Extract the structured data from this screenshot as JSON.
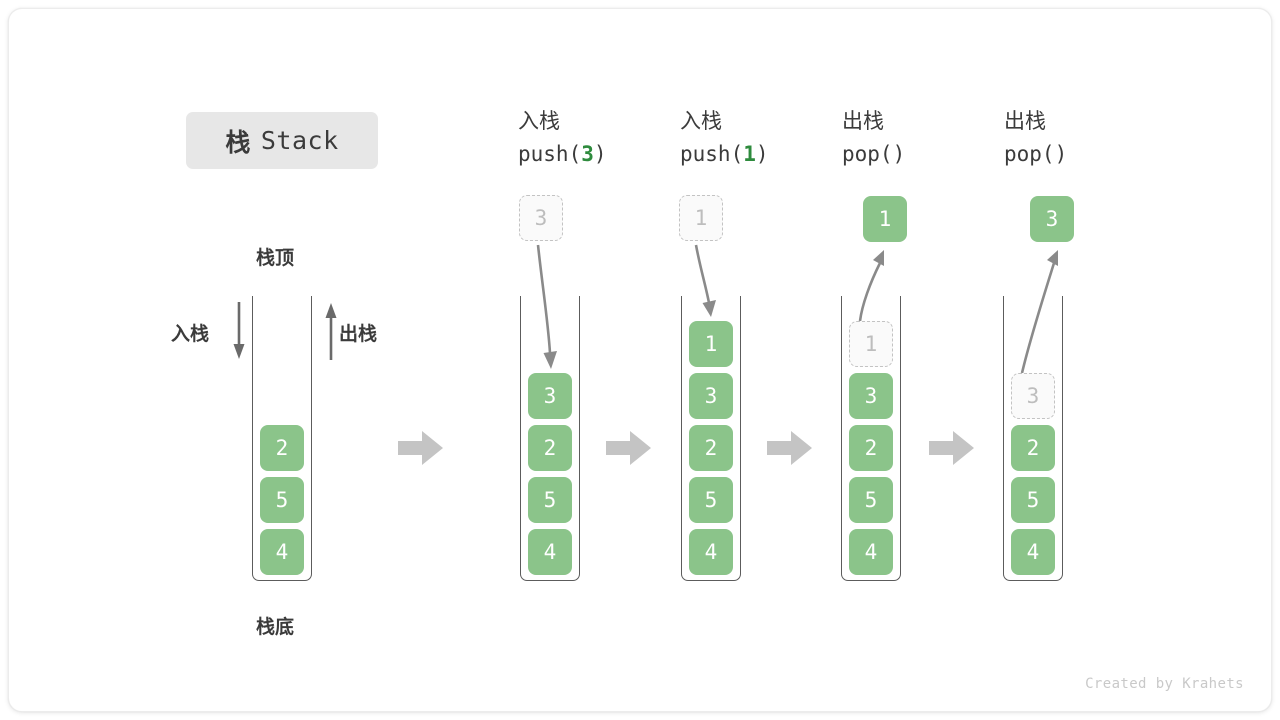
{
  "diagram": {
    "title_cjk": "栈",
    "title_latin": "Stack",
    "credit": "Created by Krahets",
    "accent_green": "#8bc48a",
    "ghost_gray": "#c3c3c3",
    "text_dark": "#3b3b3b",
    "arrow_gray": "#c4c4c4",
    "arg_green": "#2e8b3d"
  },
  "base_stack": {
    "label_top": "栈顶",
    "label_bottom": "栈底",
    "label_push": "入栈",
    "label_pop": "出栈",
    "cells": [
      "2",
      "5",
      "4"
    ]
  },
  "steps": [
    {
      "op_cjk": "入栈",
      "op_call_prefix": "push(",
      "op_arg": "3",
      "op_call_suffix": ")",
      "floating_value": "3",
      "floating_style": "ghost",
      "arrow_direction": "down",
      "cells": [
        {
          "value": "3",
          "style": "filled"
        },
        {
          "value": "2",
          "style": "filled"
        },
        {
          "value": "5",
          "style": "filled"
        },
        {
          "value": "4",
          "style": "filled"
        }
      ]
    },
    {
      "op_cjk": "入栈",
      "op_call_prefix": "push(",
      "op_arg": "1",
      "op_call_suffix": ")",
      "floating_value": "1",
      "floating_style": "ghost",
      "arrow_direction": "down",
      "cells": [
        {
          "value": "1",
          "style": "filled"
        },
        {
          "value": "3",
          "style": "filled"
        },
        {
          "value": "2",
          "style": "filled"
        },
        {
          "value": "5",
          "style": "filled"
        },
        {
          "value": "4",
          "style": "filled"
        }
      ]
    },
    {
      "op_cjk": "出栈",
      "op_call_prefix": "pop(",
      "op_arg": "",
      "op_call_suffix": ")",
      "floating_value": "1",
      "floating_style": "filled",
      "arrow_direction": "up",
      "cells": [
        {
          "value": "1",
          "style": "ghost"
        },
        {
          "value": "3",
          "style": "filled"
        },
        {
          "value": "2",
          "style": "filled"
        },
        {
          "value": "5",
          "style": "filled"
        },
        {
          "value": "4",
          "style": "filled"
        }
      ]
    },
    {
      "op_cjk": "出栈",
      "op_call_prefix": "pop(",
      "op_arg": "",
      "op_call_suffix": ")",
      "floating_value": "3",
      "floating_style": "filled",
      "arrow_direction": "up",
      "cells": [
        {
          "value": "3",
          "style": "ghost"
        },
        {
          "value": "2",
          "style": "filled"
        },
        {
          "value": "5",
          "style": "filled"
        },
        {
          "value": "4",
          "style": "filled"
        }
      ]
    }
  ]
}
